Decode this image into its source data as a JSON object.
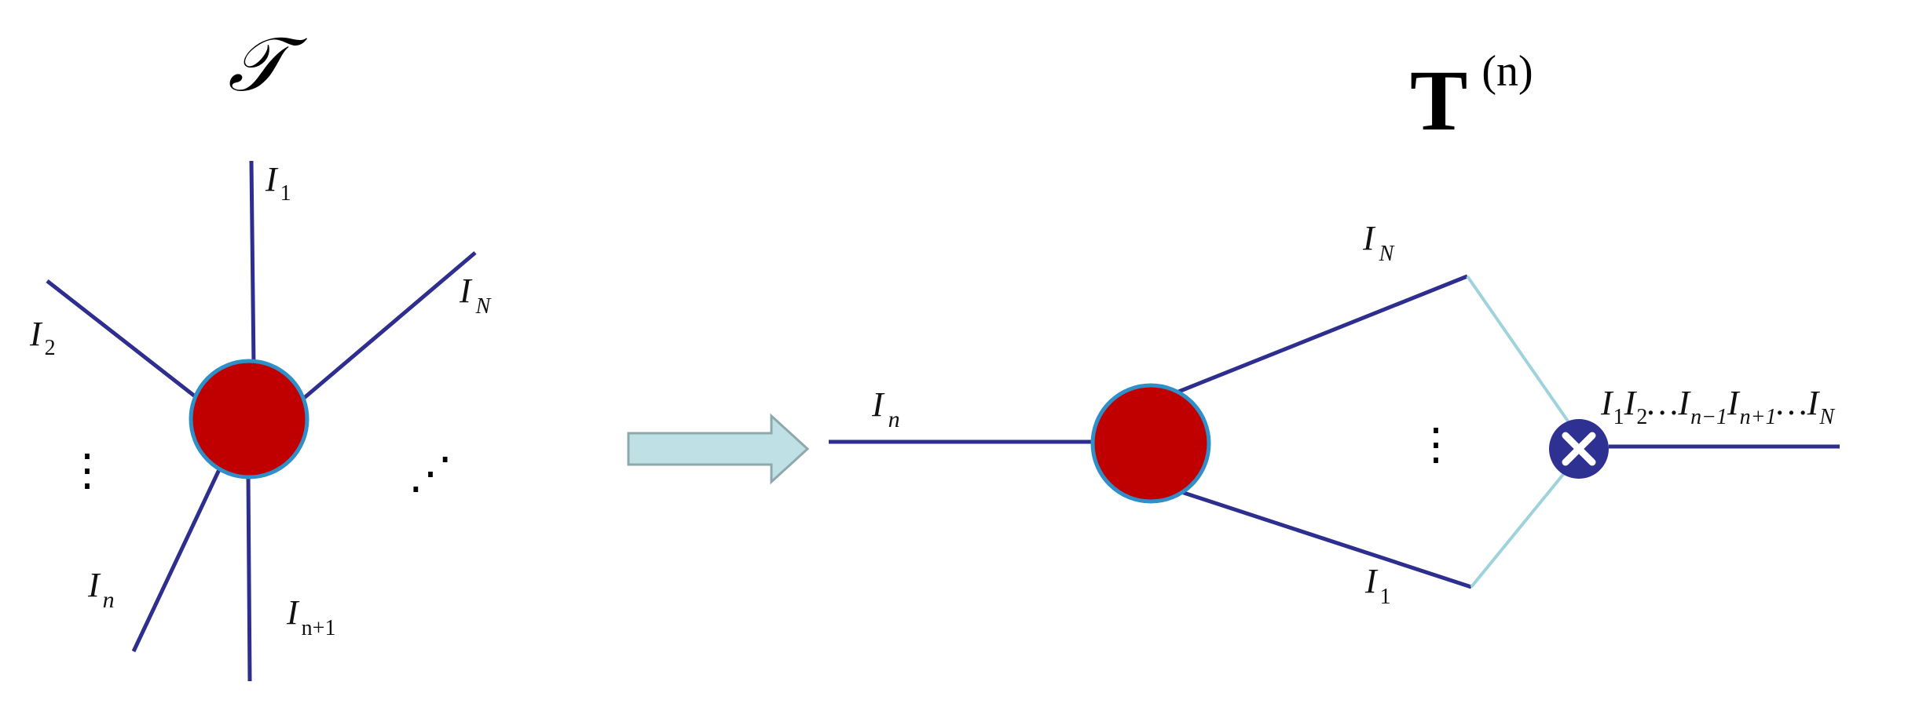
{
  "left": {
    "title": "𝒯",
    "mode_labels": [
      "I",
      "I",
      "I",
      "I",
      "I"
    ],
    "mode_subs": [
      "1",
      "2",
      "N",
      "n",
      "n+1"
    ],
    "dots_vertical": "⋮",
    "dots_diagonal": "⋰"
  },
  "right": {
    "title": "T",
    "title_sup": "(n)",
    "in_label": "I",
    "in_sub": "n",
    "top_label": "I",
    "top_sub": "N",
    "bottom_label": "I",
    "bottom_sub": "1",
    "dots_vertical": "⋮",
    "out_segments": [
      {
        "l": "I",
        "s": "1"
      },
      {
        "l": "I",
        "s": "2"
      },
      {
        "l": "…I",
        "s": "n−1"
      },
      {
        "l": "I",
        "s": "n+1"
      },
      {
        "l": "…I",
        "s": "N"
      }
    ]
  },
  "colors": {
    "node_fill": "#c00000",
    "node_stroke": "#2f8fc9",
    "edge": "#2e2e8f",
    "contract_line": "#9fd3dc",
    "arrow_fill": "#bfe1e6",
    "arrow_stroke": "#8fa8ab",
    "kron_fill": "#2e3192"
  },
  "icons": {
    "transform_arrow": "right-arrow-icon",
    "kronecker": "circled-times-icon"
  }
}
